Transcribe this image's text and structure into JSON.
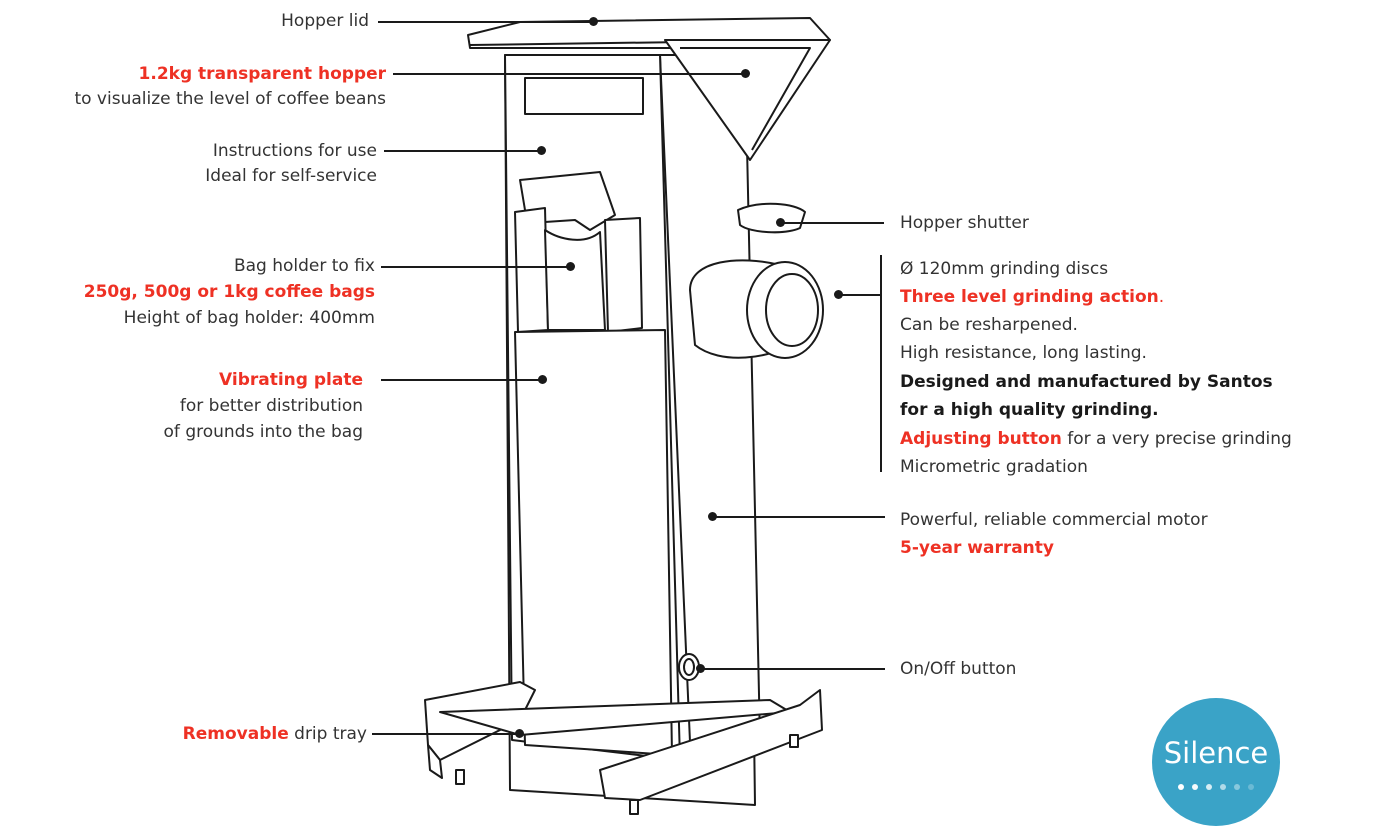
{
  "labels": {
    "hopper_lid": "Hopper lid",
    "hopper_title": "1.2kg transparent hopper",
    "hopper_desc": "to visualize the level of coffee beans",
    "instructions_1": "Instructions for use",
    "instructions_2": "Ideal for self-service",
    "bag_holder_1": "Bag holder to fix",
    "bag_holder_2": "250g, 500g or 1kg coffee bags",
    "bag_holder_3": "Height of bag holder: 400mm",
    "vibrating_title": "Vibrating plate",
    "vibrating_desc_1": "for better distribution",
    "vibrating_desc_2": "of grounds into the bag",
    "drip_bold": "Removable",
    "drip_rest": " drip tray",
    "shutter": "Hopper shutter",
    "discs": "Ø 120mm grinding discs",
    "three_level": "Three level grinding action",
    "three_level_dot": ".",
    "resharpened": "Can be resharpened.",
    "resistance": "High resistance, long lasting.",
    "designed_1": "Designed and manufactured by Santos",
    "designed_2": "for a high quality grinding.",
    "adjusting_bold": "Adjusting button",
    "adjusting_rest": " for a very precise grinding",
    "micrometric": "Micrometric gradation",
    "motor": "Powerful, reliable commercial motor",
    "warranty": "5-year warranty",
    "onoff": "On/Off button"
  },
  "logo": {
    "text": "Silence"
  },
  "colors": {
    "accent_red": "#ee3124",
    "logo_blue": "#3aa3c7",
    "line": "#1a1a1a"
  },
  "icons": [
    "coffee-grinder-illustration",
    "silence-logo"
  ]
}
